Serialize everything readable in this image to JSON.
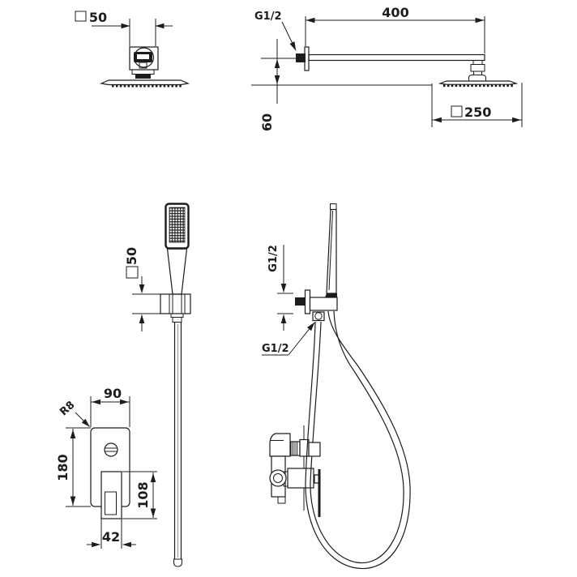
{
  "drawing": {
    "colors": {
      "background": "#ffffff",
      "line": "#1c1c1c"
    },
    "labels": {
      "head_front_width": "50",
      "arm_length": "400",
      "arm_thread": "G1/2",
      "head_drop": "60",
      "head_size": "250",
      "holder_height": "50",
      "outlet_thread_top": "G1/2",
      "outlet_thread_bottom": "G1/2",
      "plate_width": "90",
      "plate_corner_radius": "R8",
      "plate_height": "180",
      "handle_height": "108",
      "handle_width": "42"
    }
  }
}
